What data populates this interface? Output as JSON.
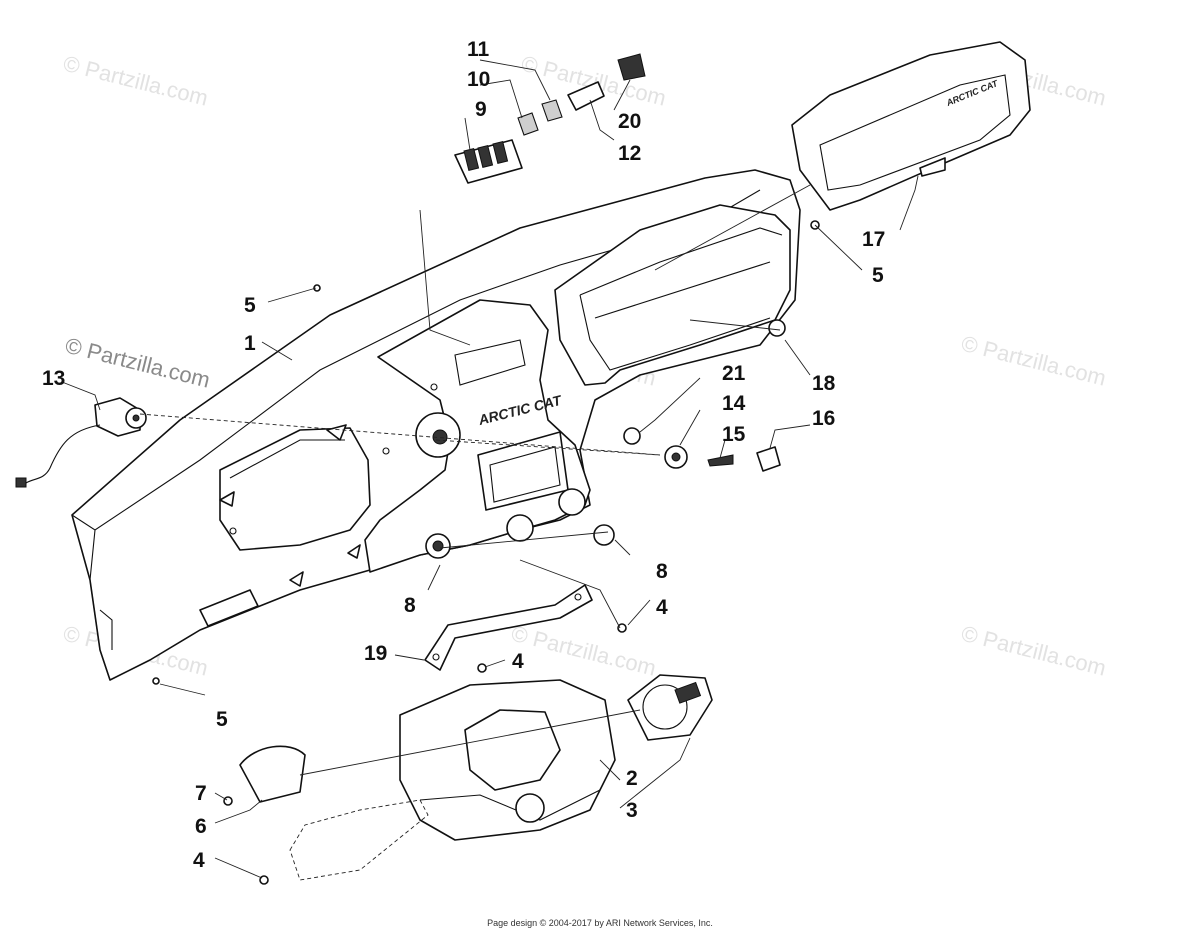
{
  "watermarks": {
    "site_light": "© Partzilla.com",
    "site_dark": "© Partzilla.com"
  },
  "brand_marks": {
    "dash_label": "ARCTIC CAT",
    "cover_label": "ARCTIC CAT"
  },
  "callouts": {
    "c1": "1",
    "c2": "2",
    "c3": "3",
    "c4a": "4",
    "c4b": "4",
    "c4c": "4",
    "c5a": "5",
    "c5b": "5",
    "c5c": "5",
    "c6": "6",
    "c7": "7",
    "c8a": "8",
    "c8b": "8",
    "c9": "9",
    "c10": "10",
    "c11": "11",
    "c12": "12",
    "c13": "13",
    "c14": "14",
    "c15": "15",
    "c16": "16",
    "c17": "17",
    "c18": "18",
    "c19": "19",
    "c20": "20",
    "c21": "21"
  },
  "footer": {
    "text": "Page design © 2004-2017 by ARI Network Services, Inc."
  }
}
